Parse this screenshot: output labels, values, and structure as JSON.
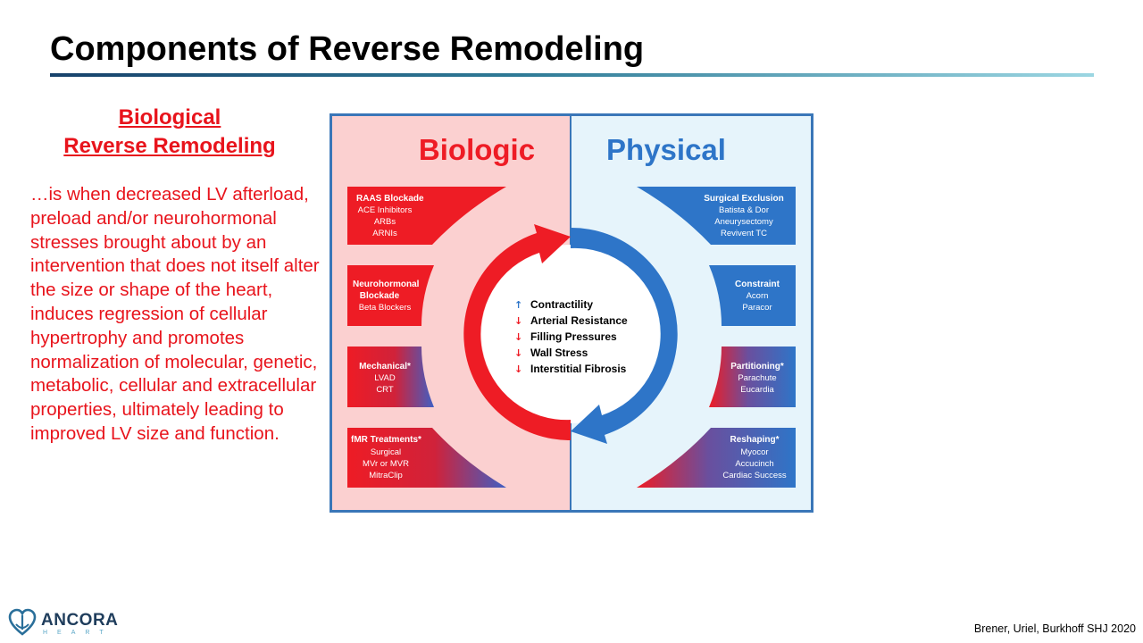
{
  "slide": {
    "title": "Components of Reverse Remodeling",
    "citation": "Brener, Uriel, Burkhoff  SHJ 2020"
  },
  "left_panel": {
    "heading_line1": "Biological",
    "heading_line2": "Reverse Remodeling",
    "body": "…is when decreased LV afterload, preload and/or neurohormonal stresses brought about by an intervention that does not itself alter the size or shape of the heart, induces regression of cellular hypertrophy and promotes normalization of molecular, genetic, metabolic, cellular and extracellular properties, ultimately leading to improved LV size and function."
  },
  "diagram": {
    "colors": {
      "biologic_red": "#ee1c25",
      "physical_blue": "#2e75c8",
      "biologic_bg": "#fbd0d0",
      "physical_bg": "#e6f4fb",
      "frame": "#3a76b8"
    },
    "biologic_title": "Biologic",
    "physical_title": "Physical",
    "center_items": [
      {
        "arrow": "up",
        "text": "Contractility"
      },
      {
        "arrow": "down",
        "text": "Arterial Resistance"
      },
      {
        "arrow": "down",
        "text": "Filling Pressures"
      },
      {
        "arrow": "down",
        "text": "Wall Stress"
      },
      {
        "arrow": "down",
        "text": "Interstitial Fibrosis"
      }
    ],
    "biologic_boxes": [
      {
        "title": "RAAS Blockade",
        "lines": [
          "ACE Inhibitors",
          "ARBs",
          "ARNIs"
        ]
      },
      {
        "title": "Neurohormonal",
        "title2": "Blockade",
        "lines": [
          "Beta Blockers"
        ]
      },
      {
        "title": "Mechanical*",
        "lines": [
          "LVAD",
          "CRT"
        ]
      },
      {
        "title": "fMR Treatments*",
        "lines": [
          "Surgical",
          "MVr or MVR",
          "MitraClip"
        ]
      }
    ],
    "physical_boxes": [
      {
        "title": "Surgical Exclusion",
        "lines": [
          "Batista & Dor",
          "Aneurysectomy",
          "Revivent TC"
        ]
      },
      {
        "title": "Constraint",
        "lines": [
          "Acorn",
          "Paracor"
        ]
      },
      {
        "title": "Partitioning*",
        "lines": [
          "Parachute",
          "Eucardia"
        ]
      },
      {
        "title": "Reshaping*",
        "lines": [
          "Myocor",
          "Accucinch",
          "Cardiac Success"
        ]
      }
    ]
  },
  "logo": {
    "name": "ANCORA",
    "sub": "HEART",
    "icon": "heart-anchor-icon"
  }
}
